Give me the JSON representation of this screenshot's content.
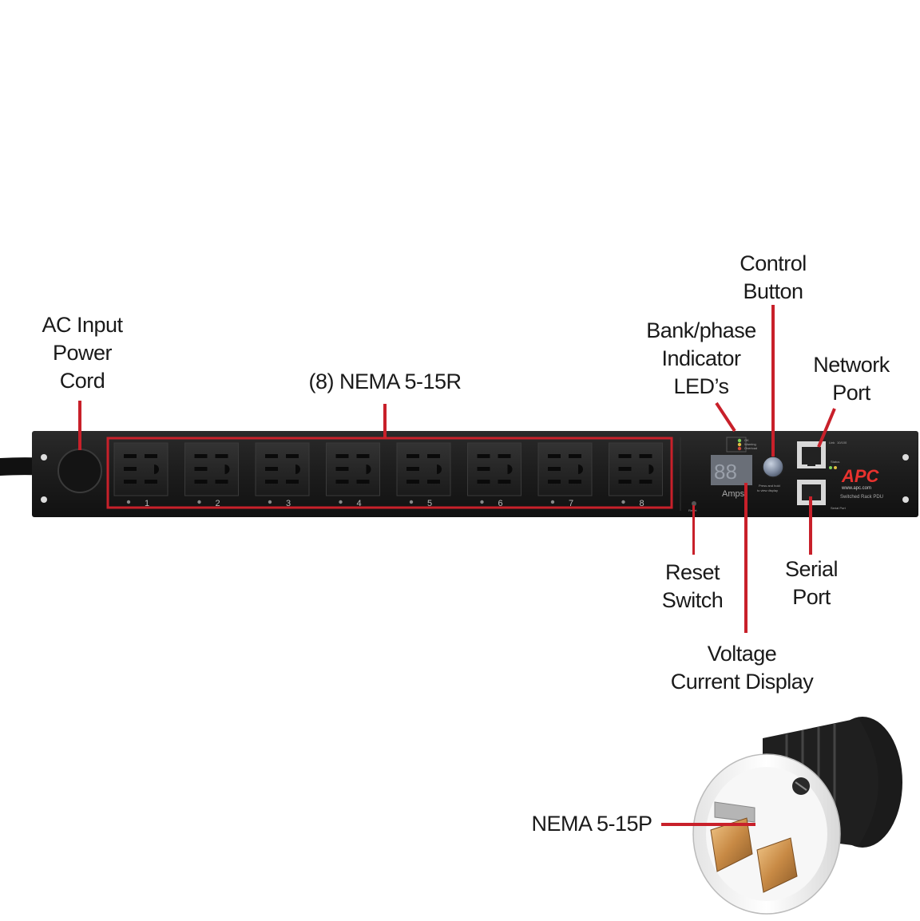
{
  "labels": {
    "ac_input": [
      "AC Input",
      "Power",
      "Cord"
    ],
    "outlets": "(8) NEMA 5-15R",
    "control_button": [
      "Control",
      "Button"
    ],
    "bank_leds": [
      "Bank/phase",
      "Indicator",
      "LED’s"
    ],
    "network_port": [
      "Network",
      "Port"
    ],
    "reset_switch": [
      "Reset",
      "Switch"
    ],
    "serial_port": [
      "Serial",
      "Port"
    ],
    "display": [
      "Voltage",
      "Current Display"
    ],
    "plug": "NEMA 5-15P"
  },
  "outlet_numbers": [
    "1",
    "2",
    "3",
    "4",
    "5",
    "6",
    "7",
    "8"
  ],
  "panel": {
    "brand": "APC",
    "brand_url": "www.apc.com",
    "model": "Switched Rack PDU",
    "display_unit": "Amps",
    "serial_port_label": "Serial Port",
    "led_labels": [
      "OK",
      "Warning",
      "Overload"
    ],
    "network_led_labels": [
      "Link",
      "10/100"
    ],
    "status_label": "Status",
    "reset_label": "Reset",
    "button_hint": [
      "Press and hold",
      "to view display"
    ]
  },
  "colors": {
    "callout": "#c8202a",
    "panel": "#1e1e1e",
    "outlet": "#262626",
    "brand": "#e8322e"
  }
}
